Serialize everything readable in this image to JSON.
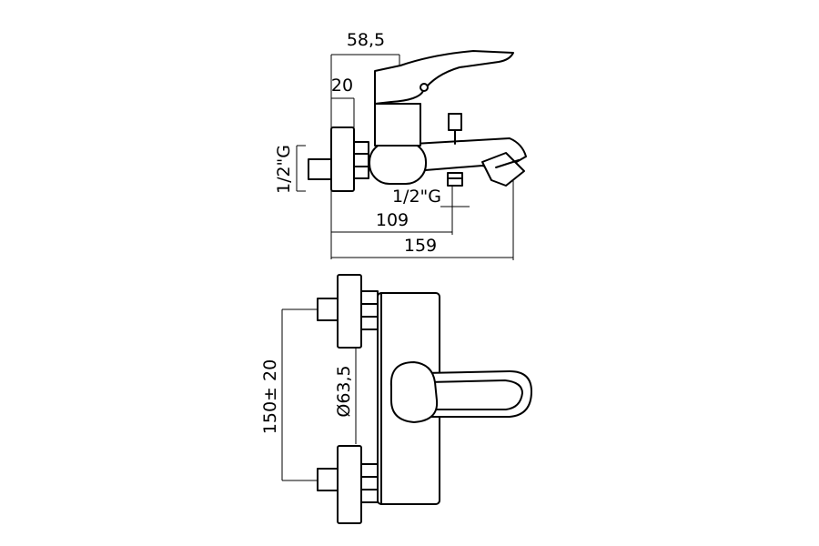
{
  "side_view": {
    "dims": {
      "lever_offset": "58,5",
      "wall_plate_depth": "20",
      "inlet_thread": "1/2\"G",
      "shower_outlet_thread": "1/2\"G",
      "outlet_distance": "109",
      "overall_length": "159"
    }
  },
  "front_view": {
    "dims": {
      "body_diameter": "Ø63,5",
      "inlet_spacing": "150± 20"
    }
  }
}
